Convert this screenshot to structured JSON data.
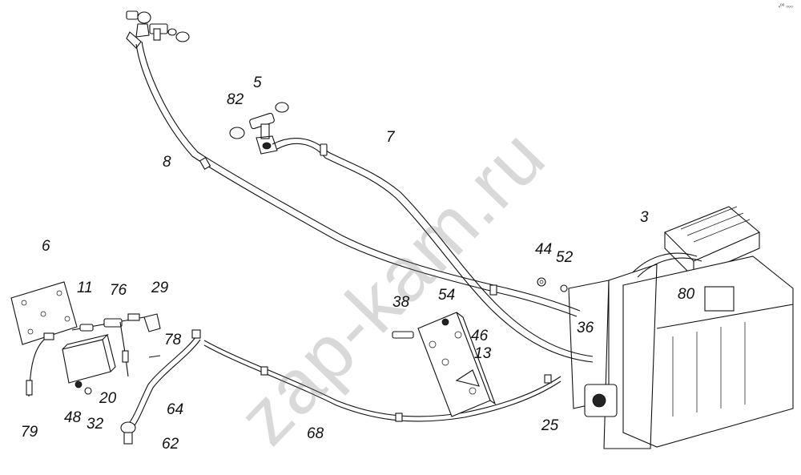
{
  "watermark": "zap-kam.ru",
  "corner_mark": "₄ᵒᵒ ₀₀₀",
  "callouts": {
    "p3": "3",
    "p5": "5",
    "p6": "6",
    "p7": "7",
    "p8": "8",
    "p11": "11",
    "p13": "13",
    "p20": "20",
    "p25": "25",
    "p29": "29",
    "p32": "32",
    "p36": "36",
    "p38": "38",
    "p44": "44",
    "p46": "46",
    "p48": "48",
    "p52": "52",
    "p54": "54",
    "p62": "62",
    "p64": "64",
    "p68": "68",
    "p76": "76",
    "p78": "78",
    "p79": "79",
    "p80": "80",
    "p82": "82"
  }
}
